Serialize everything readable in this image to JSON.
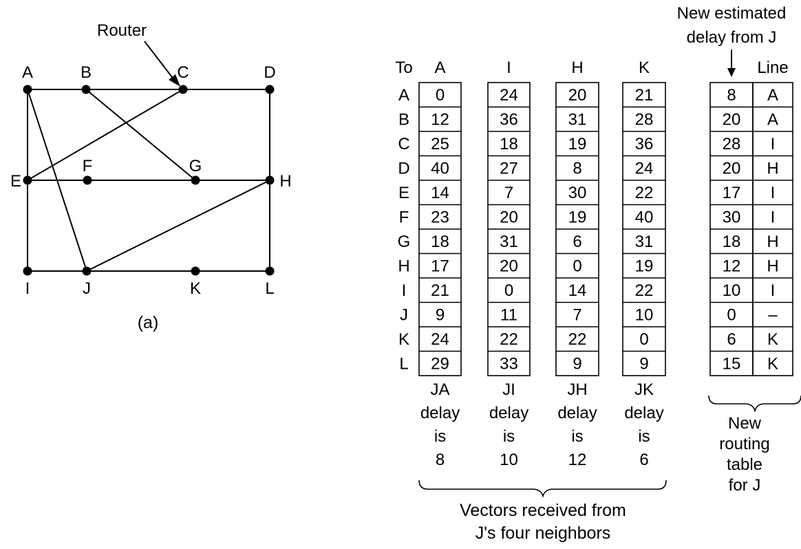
{
  "graph": {
    "caption": "(a)",
    "router_label": "Router",
    "nodes": [
      "A",
      "B",
      "C",
      "D",
      "E",
      "F",
      "G",
      "H",
      "I",
      "J",
      "K",
      "L"
    ],
    "edges": [
      [
        "A",
        "B"
      ],
      [
        "B",
        "C"
      ],
      [
        "C",
        "D"
      ],
      [
        "A",
        "E"
      ],
      [
        "E",
        "I"
      ],
      [
        "D",
        "H"
      ],
      [
        "H",
        "L"
      ],
      [
        "E",
        "F"
      ],
      [
        "F",
        "G"
      ],
      [
        "G",
        "H"
      ],
      [
        "I",
        "J"
      ],
      [
        "J",
        "K"
      ],
      [
        "K",
        "L"
      ],
      [
        "A",
        "J"
      ],
      [
        "B",
        "G"
      ],
      [
        "C",
        "E"
      ],
      [
        "J",
        "H"
      ]
    ]
  },
  "table": {
    "to_header": "To",
    "destinations": [
      "A",
      "B",
      "C",
      "D",
      "E",
      "F",
      "G",
      "H",
      "I",
      "J",
      "K",
      "L"
    ],
    "neighbor_vectors": [
      {
        "header": "A",
        "values": [
          0,
          12,
          25,
          40,
          14,
          23,
          18,
          17,
          21,
          9,
          24,
          29
        ],
        "caption": [
          "JA",
          "delay",
          "is",
          "8"
        ]
      },
      {
        "header": "I",
        "values": [
          24,
          36,
          18,
          27,
          7,
          20,
          31,
          20,
          0,
          11,
          22,
          33
        ],
        "caption": [
          "JI",
          "delay",
          "is",
          "10"
        ]
      },
      {
        "header": "H",
        "values": [
          20,
          31,
          19,
          8,
          30,
          19,
          6,
          0,
          14,
          7,
          22,
          9
        ],
        "caption": [
          "JH",
          "delay",
          "is",
          "12"
        ]
      },
      {
        "header": "K",
        "values": [
          21,
          28,
          36,
          24,
          22,
          40,
          31,
          19,
          22,
          10,
          0,
          9
        ],
        "caption": [
          "JK",
          "delay",
          "is",
          "6"
        ]
      }
    ],
    "new_table": {
      "estimated_header": [
        "New estimated",
        "delay from J"
      ],
      "line_header": "Line",
      "delays": [
        "8",
        "20",
        "28",
        "20",
        "17",
        "30",
        "18",
        "12",
        "10",
        "0",
        "6",
        "15"
      ],
      "lines": [
        "A",
        "A",
        "I",
        "H",
        "I",
        "I",
        "H",
        "H",
        "I",
        "–",
        "K",
        "K"
      ],
      "caption": [
        "New",
        "routing",
        "table",
        "for J"
      ]
    },
    "vectors_caption": [
      "Vectors received from",
      "J's four neighbors"
    ]
  }
}
